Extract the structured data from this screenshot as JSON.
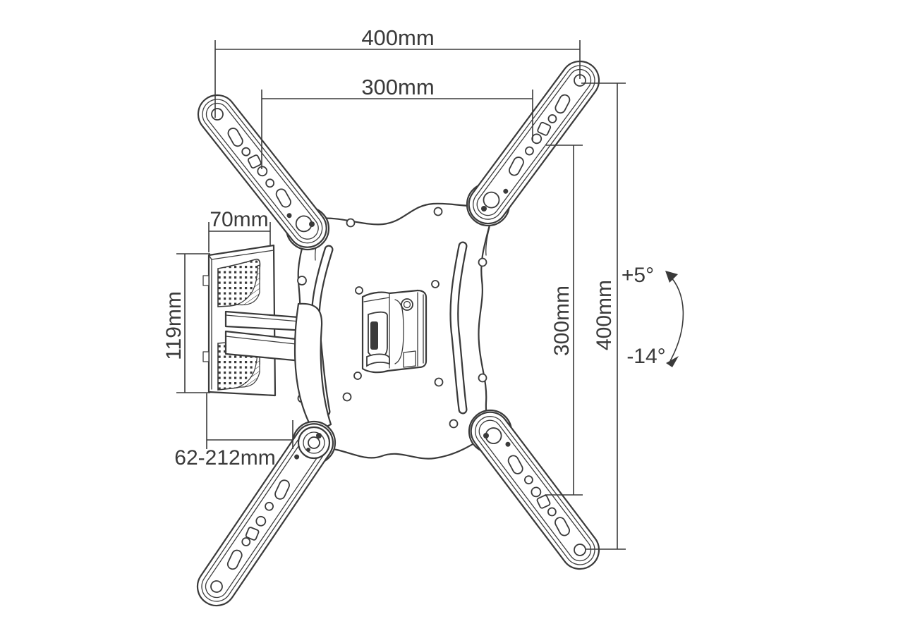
{
  "colors": {
    "background": "#ffffff",
    "line": "#3a3a3a",
    "text": "#3a3a3a"
  },
  "diagram": {
    "type": "technical-drawing",
    "subject": "Articulating TV wall-mount bracket, dimensioned line drawing",
    "dimensions": {
      "vesa_width_outer": "400mm",
      "vesa_width_inner": "300mm",
      "wall_plate_width": "70mm",
      "wall_plate_height": "119mm",
      "extension_range": "62-212mm",
      "vesa_height_inner": "300mm",
      "vesa_height_outer": "400mm",
      "tilt_up": "+5°",
      "tilt_down": "-14°"
    }
  }
}
